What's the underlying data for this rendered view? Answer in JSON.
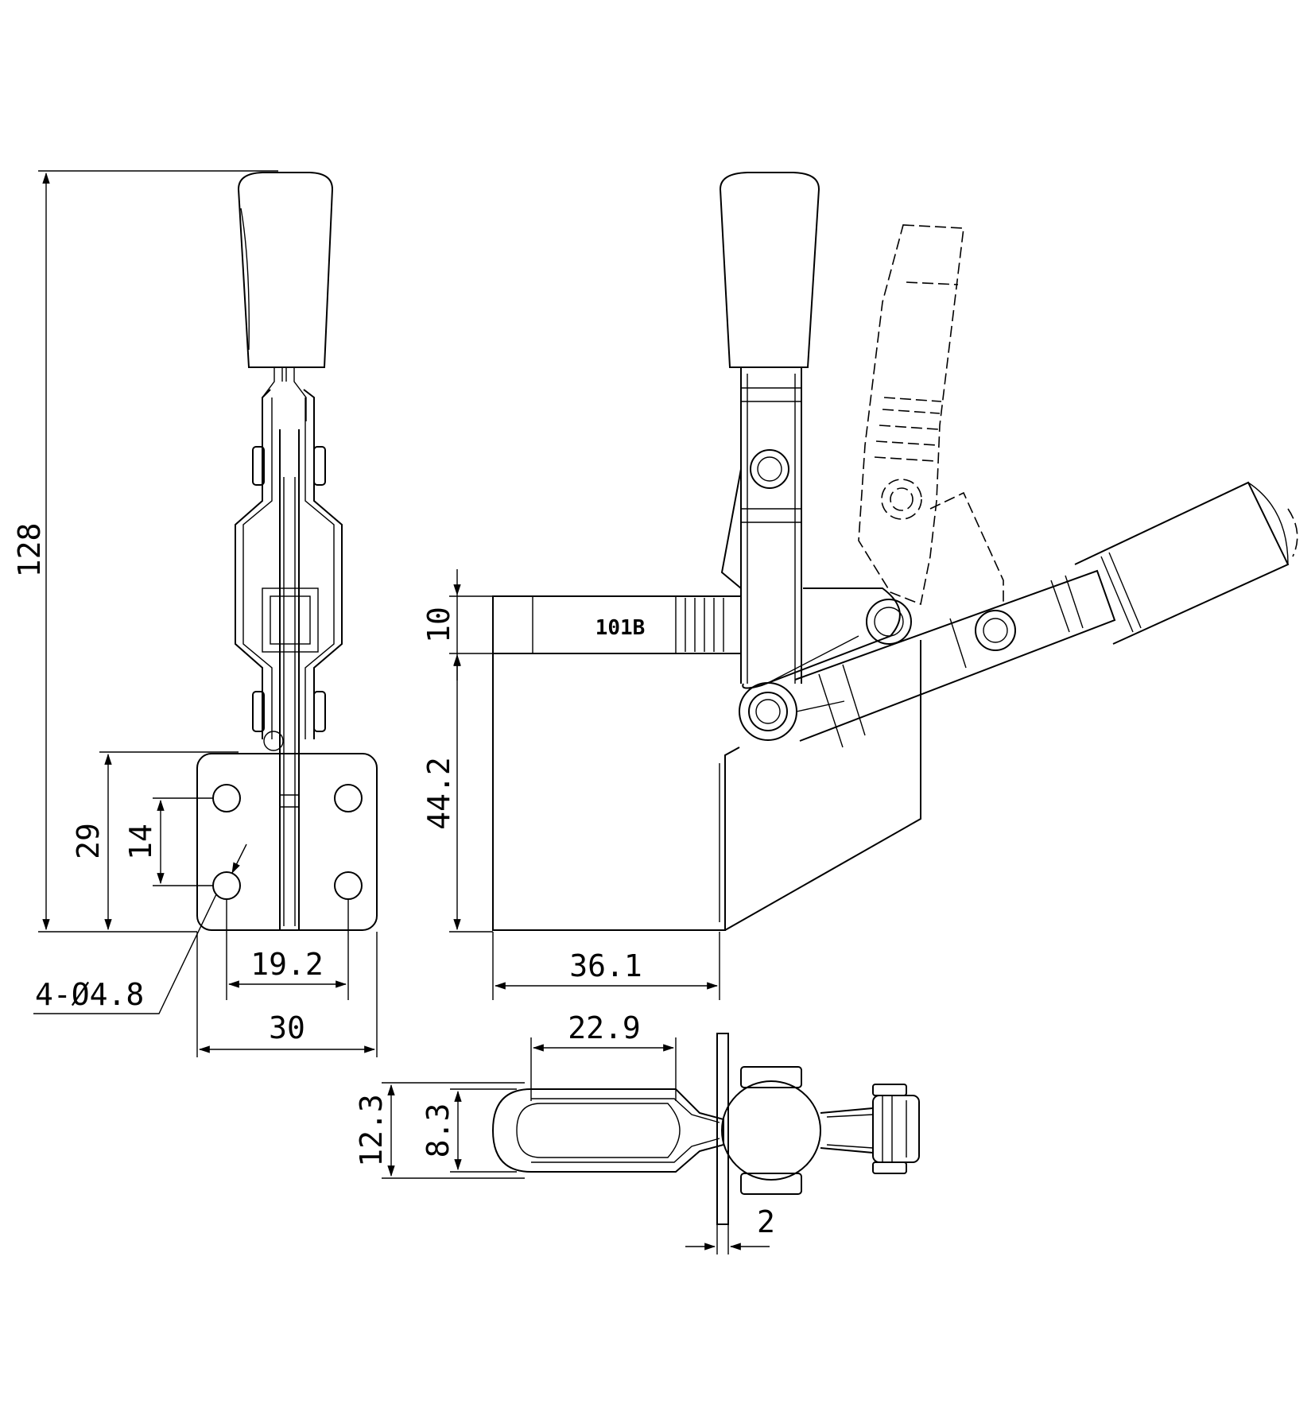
{
  "drawing": {
    "part_marking": "101B",
    "dimensions": {
      "overall_height": "128",
      "base_height": "29",
      "hole_pitch_vertical": "14",
      "hole_pitch_horizontal": "19.2",
      "base_width": "30",
      "hole_callout": "4-Ø4.8",
      "bar_height": "10",
      "body_height": "44.2",
      "body_width": "36.1",
      "slot_length": "22.9",
      "spindle_outer_width": "12.3",
      "slot_width": "8.3",
      "plate_thickness": "2"
    }
  }
}
